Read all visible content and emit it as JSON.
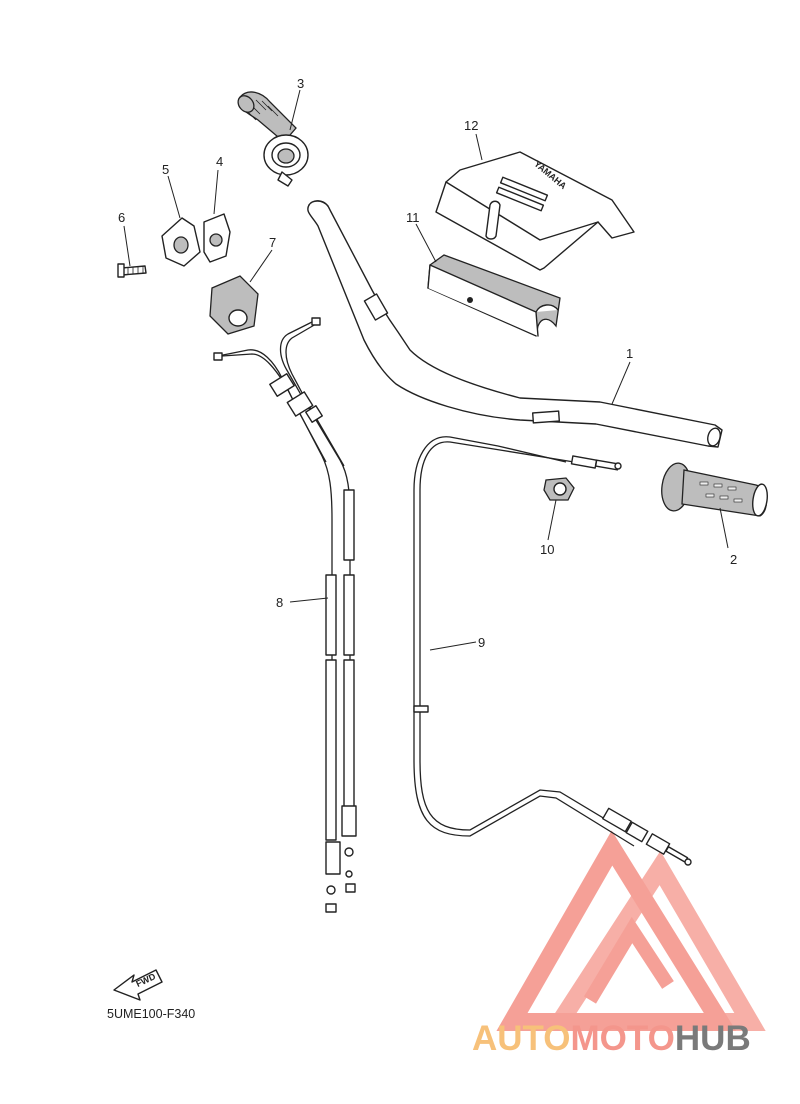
{
  "diagram": {
    "callouts": [
      {
        "id": "c1",
        "text": "1"
      },
      {
        "id": "c2",
        "text": "2"
      },
      {
        "id": "c3",
        "text": "3"
      },
      {
        "id": "c4",
        "text": "4"
      },
      {
        "id": "c5",
        "text": "5"
      },
      {
        "id": "c6",
        "text": "6"
      },
      {
        "id": "c7",
        "text": "7"
      },
      {
        "id": "c8",
        "text": "8"
      },
      {
        "id": "c9",
        "text": "9"
      },
      {
        "id": "c10",
        "text": "10"
      },
      {
        "id": "c11",
        "text": "11"
      },
      {
        "id": "c12",
        "text": "12"
      }
    ],
    "pad_label": "YAMAHA",
    "fwd_label": "FWD",
    "code": "5UME100-F340"
  },
  "watermark": {
    "brand_part1": "AUTO",
    "brand_part2": "MOTO",
    "brand_part3": "HUB",
    "color_primary": "#f4968c",
    "color_secondary": "#f7c17a",
    "color_dark": "#7a7a7a"
  }
}
